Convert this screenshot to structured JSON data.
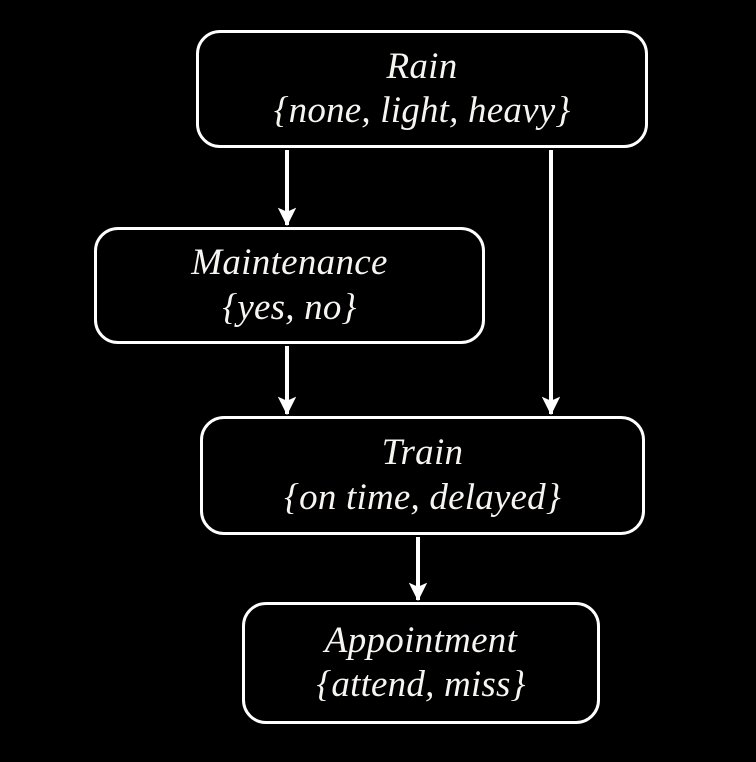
{
  "diagram": {
    "type": "bayesian-network",
    "background_color": "#000000",
    "stroke_color": "#ffffff",
    "text_color": "#f7f5f2",
    "nodes": [
      {
        "id": "rain",
        "title": "Rain",
        "states_label": "{none, light, heavy}",
        "states": [
          "none",
          "light",
          "heavy"
        ]
      },
      {
        "id": "maintenance",
        "title": "Maintenance",
        "states_label": "{yes, no}",
        "states": [
          "yes",
          "no"
        ]
      },
      {
        "id": "train",
        "title": "Train",
        "states_label": "{on time, delayed}",
        "states": [
          "on time",
          "delayed"
        ]
      },
      {
        "id": "appointment",
        "title": "Appointment",
        "states_label": "{attend, miss}",
        "states": [
          "attend",
          "miss"
        ]
      }
    ],
    "edges": [
      {
        "id": "rain-to-maintenance",
        "from": "rain",
        "to": "maintenance"
      },
      {
        "id": "rain-to-train",
        "from": "rain",
        "to": "train"
      },
      {
        "id": "maintenance-to-train",
        "from": "maintenance",
        "to": "train"
      },
      {
        "id": "train-to-appointment",
        "from": "train",
        "to": "appointment"
      }
    ]
  }
}
